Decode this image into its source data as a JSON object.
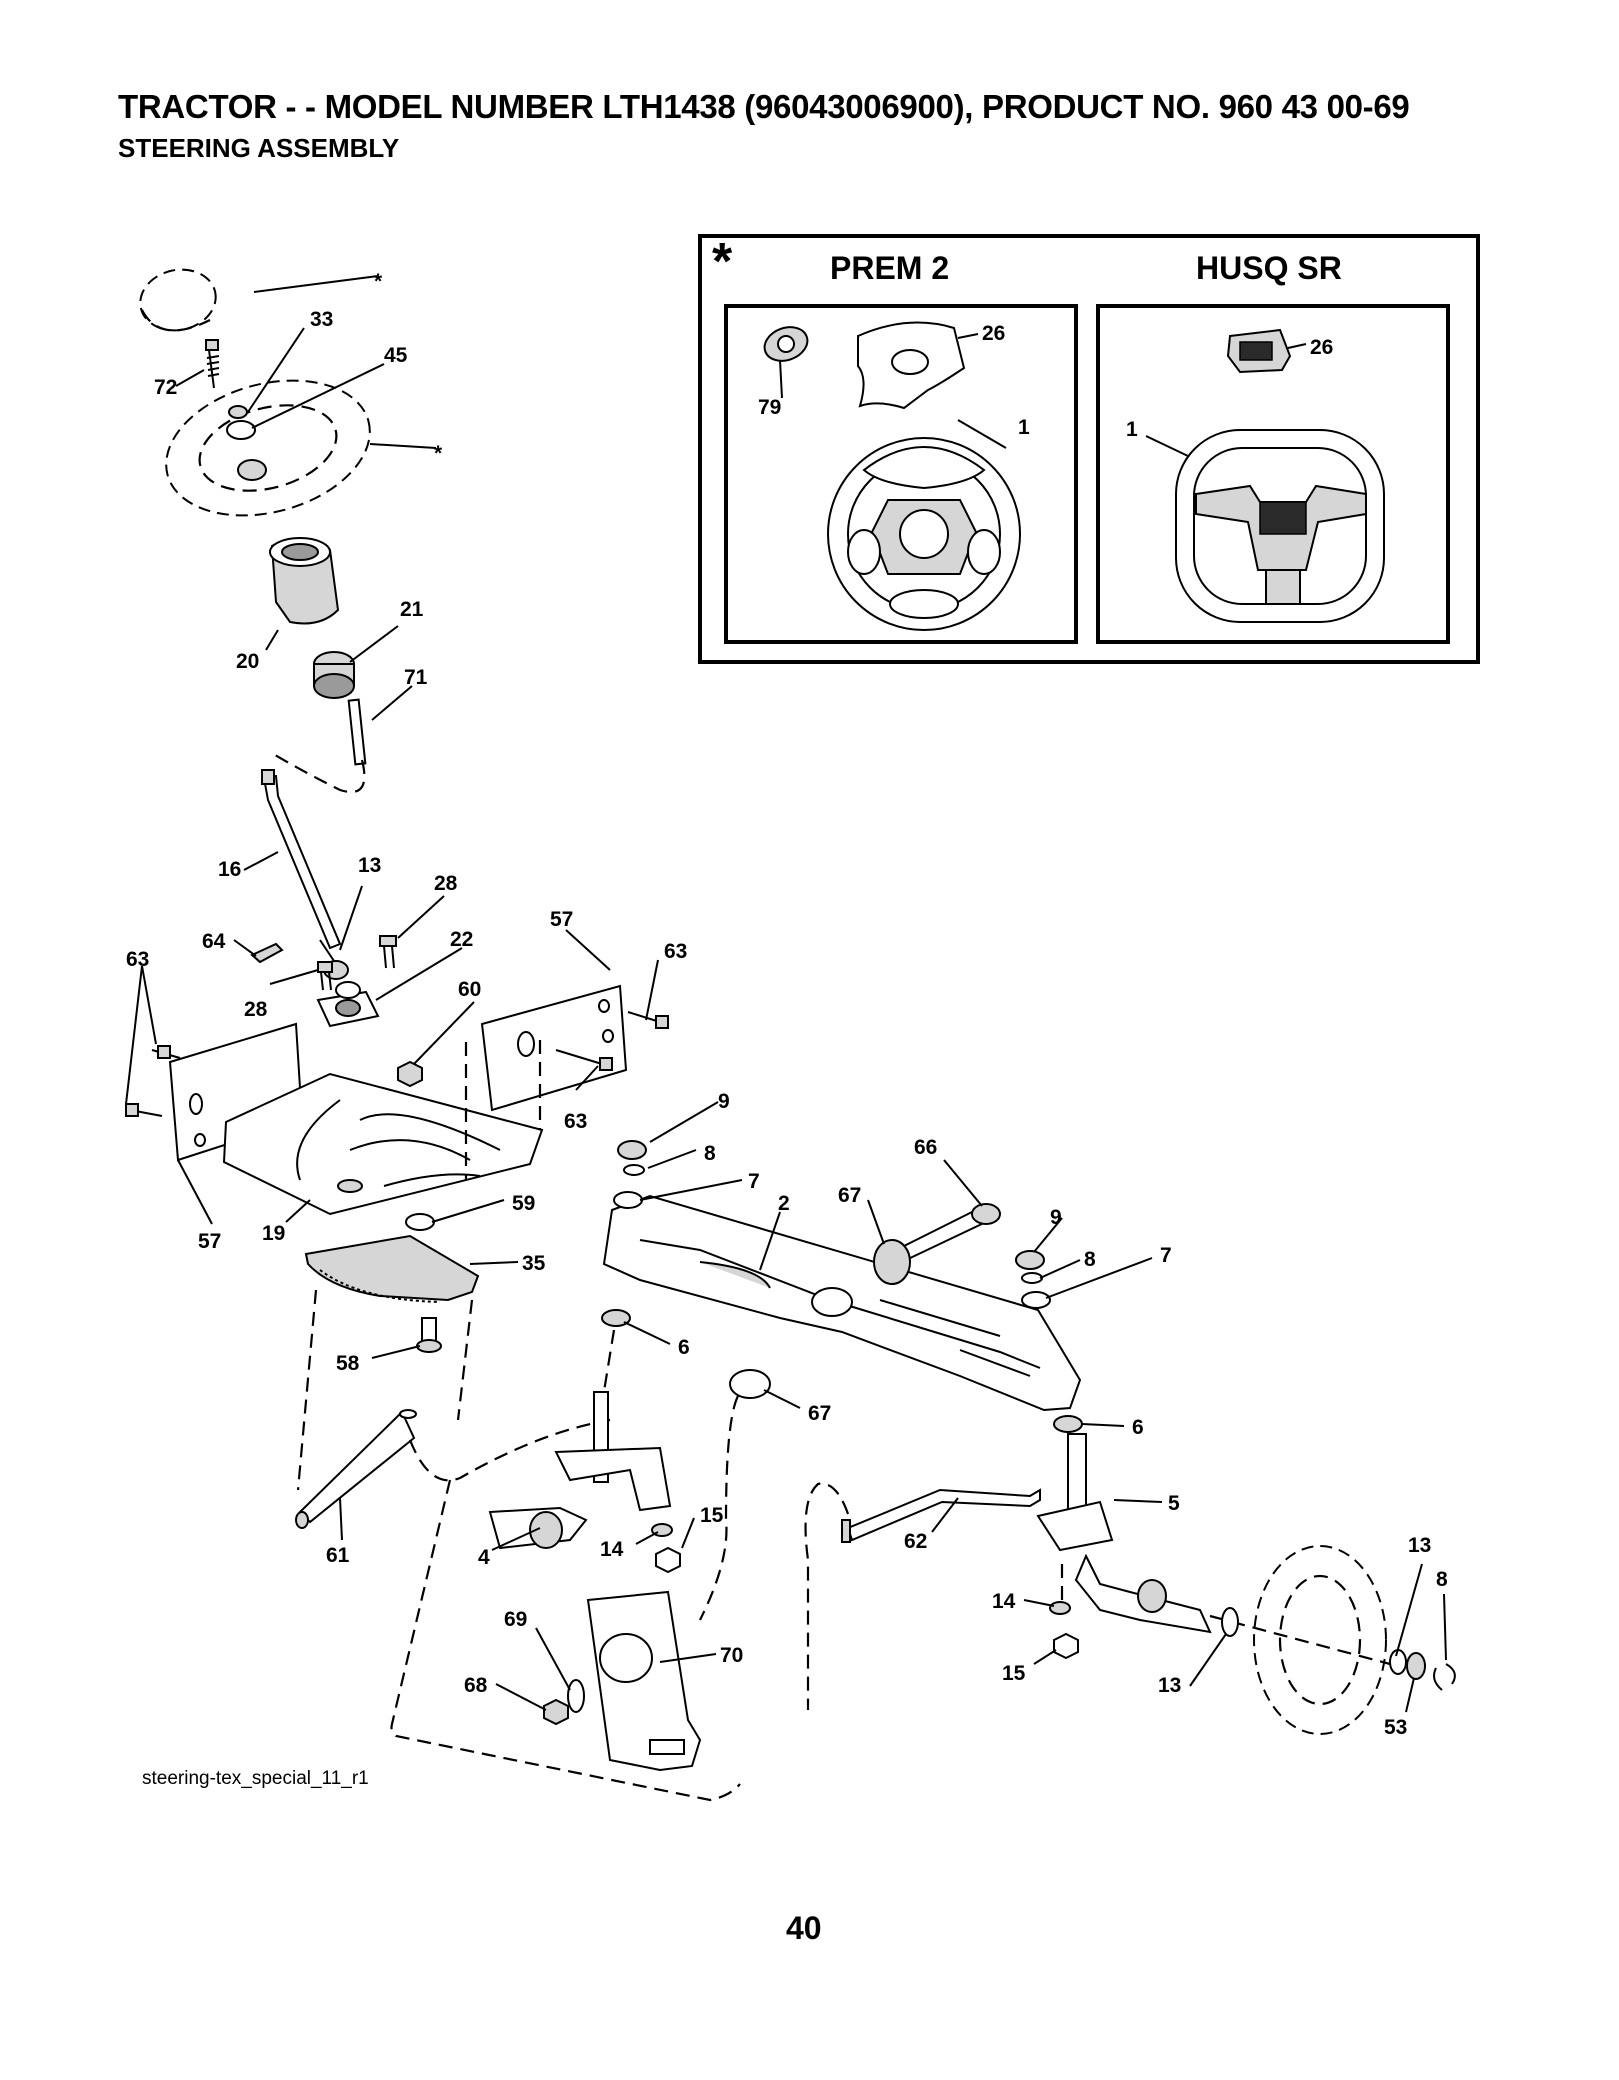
{
  "header": {
    "title": "TRACTOR - - MODEL NUMBER LTH1438 (96043006900), PRODUCT NO. 960 43 00-69",
    "subtitle": "STEERING ASSEMBLY"
  },
  "inset": {
    "marker": "*",
    "column_a_title": "PREM 2",
    "column_b_title": "HUSQ SR",
    "panel_a_labels": [
      "26",
      "79",
      "1"
    ],
    "panel_b_labels": [
      "26",
      "1"
    ]
  },
  "callouts": {
    "star_top": "*",
    "star_wheel": "*",
    "p33": "33",
    "p45": "45",
    "p72": "72",
    "p21": "21",
    "p20": "20",
    "p71": "71",
    "p16": "16",
    "p13a": "13",
    "p28a": "28",
    "p64": "64",
    "p22": "22",
    "p57a": "57",
    "p63a": "63",
    "p63b": "63",
    "p28b": "28",
    "p60": "60",
    "p63c": "63",
    "p9a": "9",
    "p8a": "8",
    "p7a": "7",
    "p2": "2",
    "p66": "66",
    "p67a": "67",
    "p9b": "9",
    "p8b": "8",
    "p7b": "7",
    "p57b": "57",
    "p19": "19",
    "p59": "59",
    "p35": "35",
    "p6a": "6",
    "p58": "58",
    "p67b": "67",
    "p6b": "6",
    "p5": "5",
    "p61": "61",
    "p4": "4",
    "p14a": "14",
    "p15a": "15",
    "p62": "62",
    "p13b": "13",
    "p8c": "8",
    "p14b": "14",
    "p69": "69",
    "p70": "70",
    "p68": "68",
    "p15b": "15",
    "p13c": "13",
    "p53": "53"
  },
  "footer": {
    "filename": "steering-tex_special_11_r1",
    "page_number": "40"
  }
}
